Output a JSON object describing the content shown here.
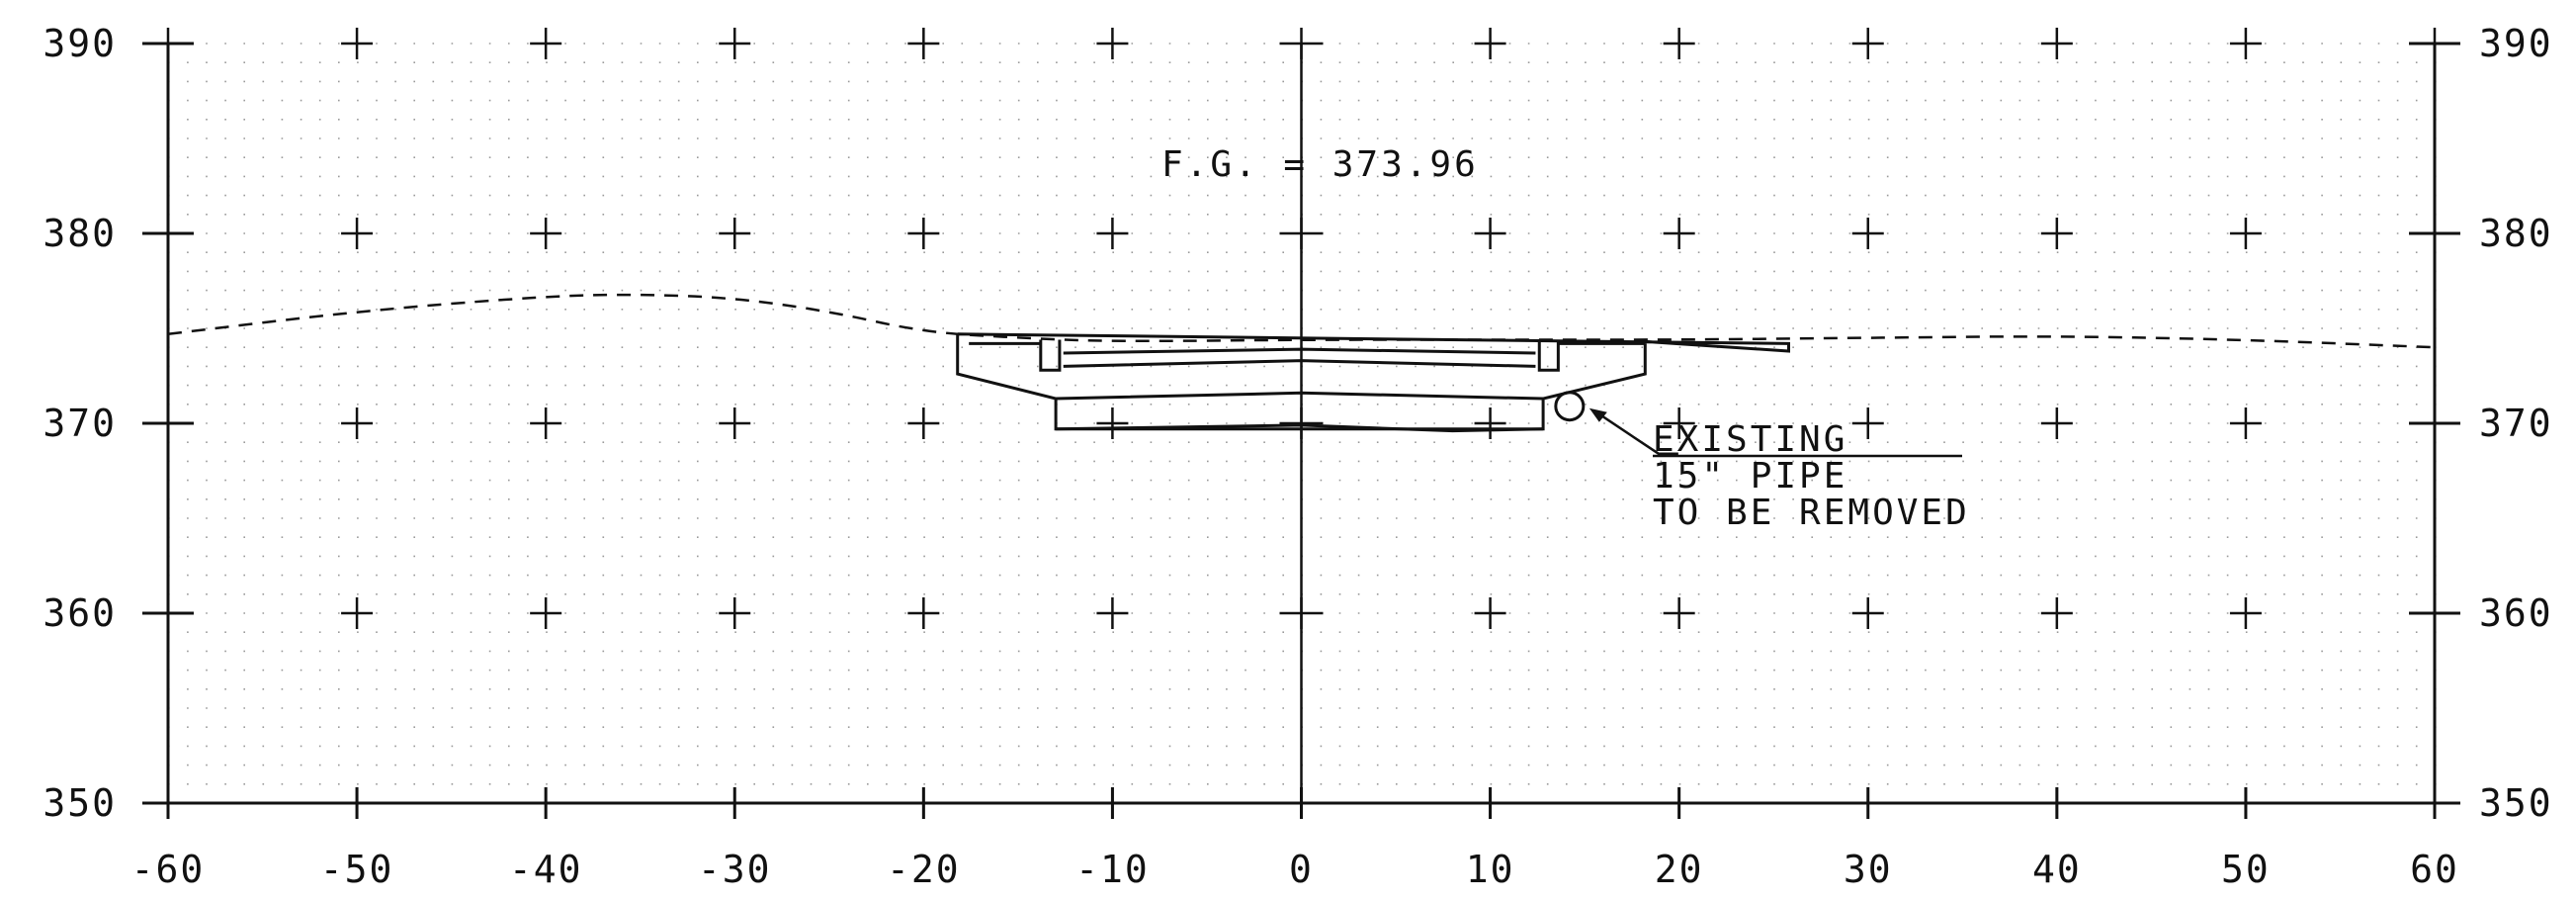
{
  "drawing": {
    "finished_grade_label": "F.G. = 373.96",
    "note_lines": [
      "EXISTING",
      "15\" PIPE",
      "TO BE REMOVED"
    ],
    "colors": {
      "ink": "#111111",
      "grid_dot": "#9a9a9a",
      "paper": "#ffffff"
    }
  },
  "axes": {
    "x": {
      "min": -60,
      "max": 60,
      "step": 10,
      "labels": [
        "-60",
        "-50",
        "-40",
        "-30",
        "-20",
        "-10",
        "0",
        "10",
        "20",
        "30",
        "40",
        "50",
        "60"
      ]
    },
    "y": {
      "min": 350,
      "max": 390,
      "step": 10,
      "labels": [
        "390",
        "380",
        "370",
        "360",
        "350"
      ]
    }
  },
  "chart_data": {
    "type": "line",
    "series": [
      {
        "x": [
          -60,
          -50,
          -40,
          -35,
          -30,
          -25,
          -20,
          -15,
          -10,
          0,
          10,
          20,
          30,
          40,
          50,
          60
        ],
        "y": [
          374.7,
          375.9,
          376.7,
          376.8,
          376.6,
          375.9,
          374.8,
          374.5,
          374.3,
          374.4,
          374.4,
          374.4,
          374.5,
          374.6,
          374.4,
          374.0
        ]
      }
    ],
    "finished_grade_elevation": 373.96,
    "pipe": {
      "diameter_in": 15,
      "station": 14.2,
      "elevation": 370.9
    },
    "section_outline": [
      [
        -18.2,
        374.7
      ],
      [
        25.8,
        374.2
      ],
      [
        25.8,
        373.8
      ],
      [
        18.2,
        374.3
      ],
      [
        18.2,
        372.6
      ],
      [
        12.8,
        371.3
      ],
      [
        12.8,
        369.7
      ],
      [
        -13.0,
        369.7
      ],
      [
        -13.0,
        371.3
      ],
      [
        -18.2,
        372.6
      ],
      [
        -18.2,
        374.7
      ]
    ],
    "grid": true,
    "xlim": [
      -60,
      60
    ],
    "ylim": [
      350,
      390
    ]
  }
}
